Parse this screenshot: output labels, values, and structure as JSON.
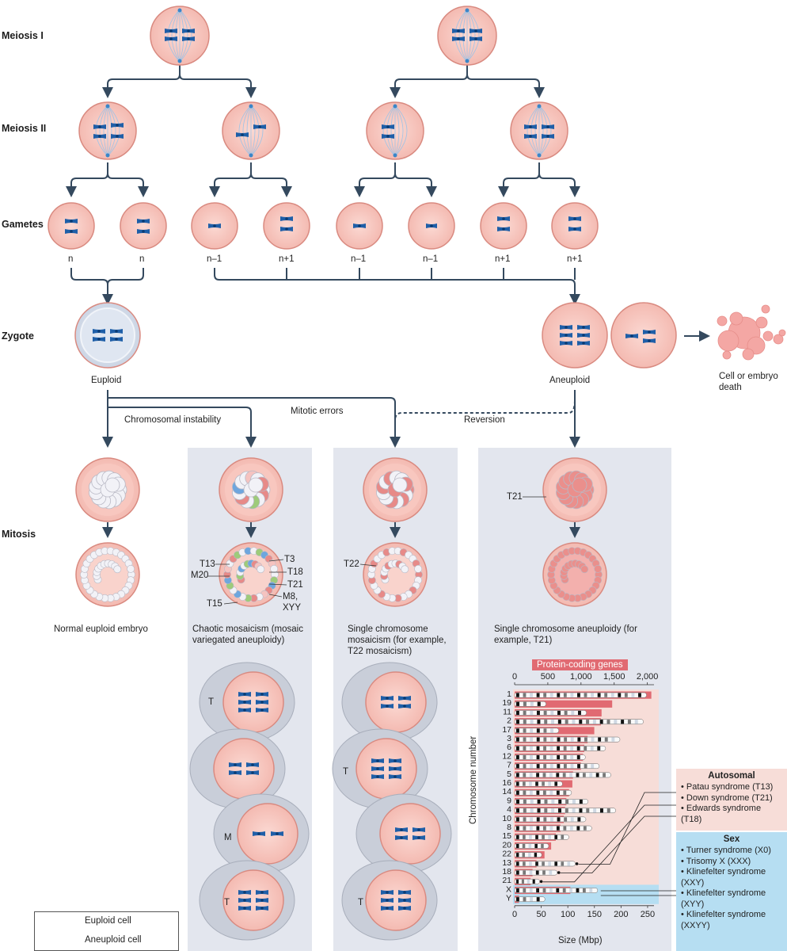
{
  "stages": {
    "meiosis1": "Meiosis I",
    "meiosis2": "Meiosis II",
    "gametes": "Gametes",
    "zygote": "Zygote",
    "mitosis": "Mitosis"
  },
  "gamete_labels": [
    "n",
    "n",
    "n–1",
    "n+1",
    "n–1",
    "n–1",
    "n+1",
    "n+1"
  ],
  "zygote": {
    "euploid": "Euploid",
    "aneuploid": "Aneuploid",
    "death": "Cell or embryo death"
  },
  "transitions": {
    "chromosomal_instability": "Chromosomal instability",
    "mitotic_errors": "Mitotic errors",
    "reversion": "Reversion"
  },
  "mosaic_labels": {
    "T13": "T13",
    "M20": "M20",
    "T15": "T15",
    "T3": "T3",
    "T18": "T18",
    "T21": "T21",
    "M8": "M8,",
    "XYY": "XYY",
    "T22": "T22",
    "T21b": "T21"
  },
  "captions": {
    "normal": "Normal euploid embryo",
    "chaotic": "Chaotic mosaicism (mosaic variegated aneuploidy)",
    "single_mosaic": "Single chromosome mosaicism (for example, T22 mosaicism)",
    "single_aneuploidy": "Single chromosome aneuploidy (for example, T21)"
  },
  "division_labels": {
    "chaotic": [
      "T",
      "M",
      "T"
    ],
    "single": [
      "T",
      "T"
    ]
  },
  "legend": {
    "euploid": "Euploid cell",
    "aneuploid": "Aneuploid cell"
  },
  "chart_data": {
    "type": "bar",
    "title": "Protein-coding genes",
    "xlabel": "Size (Mbp)",
    "ylabel": "Chromosome number",
    "categories": [
      "1",
      "19",
      "11",
      "2",
      "17",
      "3",
      "6",
      "12",
      "7",
      "5",
      "16",
      "14",
      "9",
      "4",
      "10",
      "8",
      "15",
      "20",
      "22",
      "13",
      "18",
      "21",
      "X",
      "Y"
    ],
    "genes_axis": {
      "ticks": [
        "0",
        "500",
        "1,000",
        "1,500",
        "2,000"
      ],
      "range": [
        0,
        2100
      ]
    },
    "size_axis": {
      "ticks": [
        "0",
        "50",
        "100",
        "150",
        "200",
        "250"
      ],
      "range": [
        0,
        262
      ]
    },
    "series": [
      {
        "name": "Protein-coding genes",
        "values": [
          2060,
          1470,
          1310,
          1300,
          1200,
          1100,
          1050,
          1030,
          1000,
          880,
          870,
          820,
          780,
          760,
          740,
          690,
          620,
          550,
          450,
          330,
          270,
          240,
          840,
          65
        ]
      },
      {
        "name": "Size (Mbp)",
        "values": [
          248,
          59,
          135,
          242,
          83,
          198,
          171,
          133,
          159,
          181,
          90,
          107,
          138,
          190,
          134,
          145,
          102,
          64,
          51,
          114,
          80,
          47,
          156,
          57
        ]
      }
    ],
    "highlighted": [
      "13",
      "18",
      "21"
    ],
    "colors": {
      "autosomal_bg": "#f7ddd8",
      "sex_bg": "#b6def2",
      "gene_bar": "#e16a72"
    }
  },
  "syndromes": {
    "autosomal_title": "Autosomal",
    "autosomal": [
      "Patau syndrome (T13)",
      "Down syndrome (T21)",
      "Edwards syndrome (T18)"
    ],
    "sex_title": "Sex",
    "sex": [
      "Turner syndrome (X0)",
      "Trisomy X (XXX)",
      "Klinefelter syndrome (XXY)",
      "Klinefelter syndrome (XYY)",
      "Klinefelter syndrome (XXYY)"
    ]
  }
}
